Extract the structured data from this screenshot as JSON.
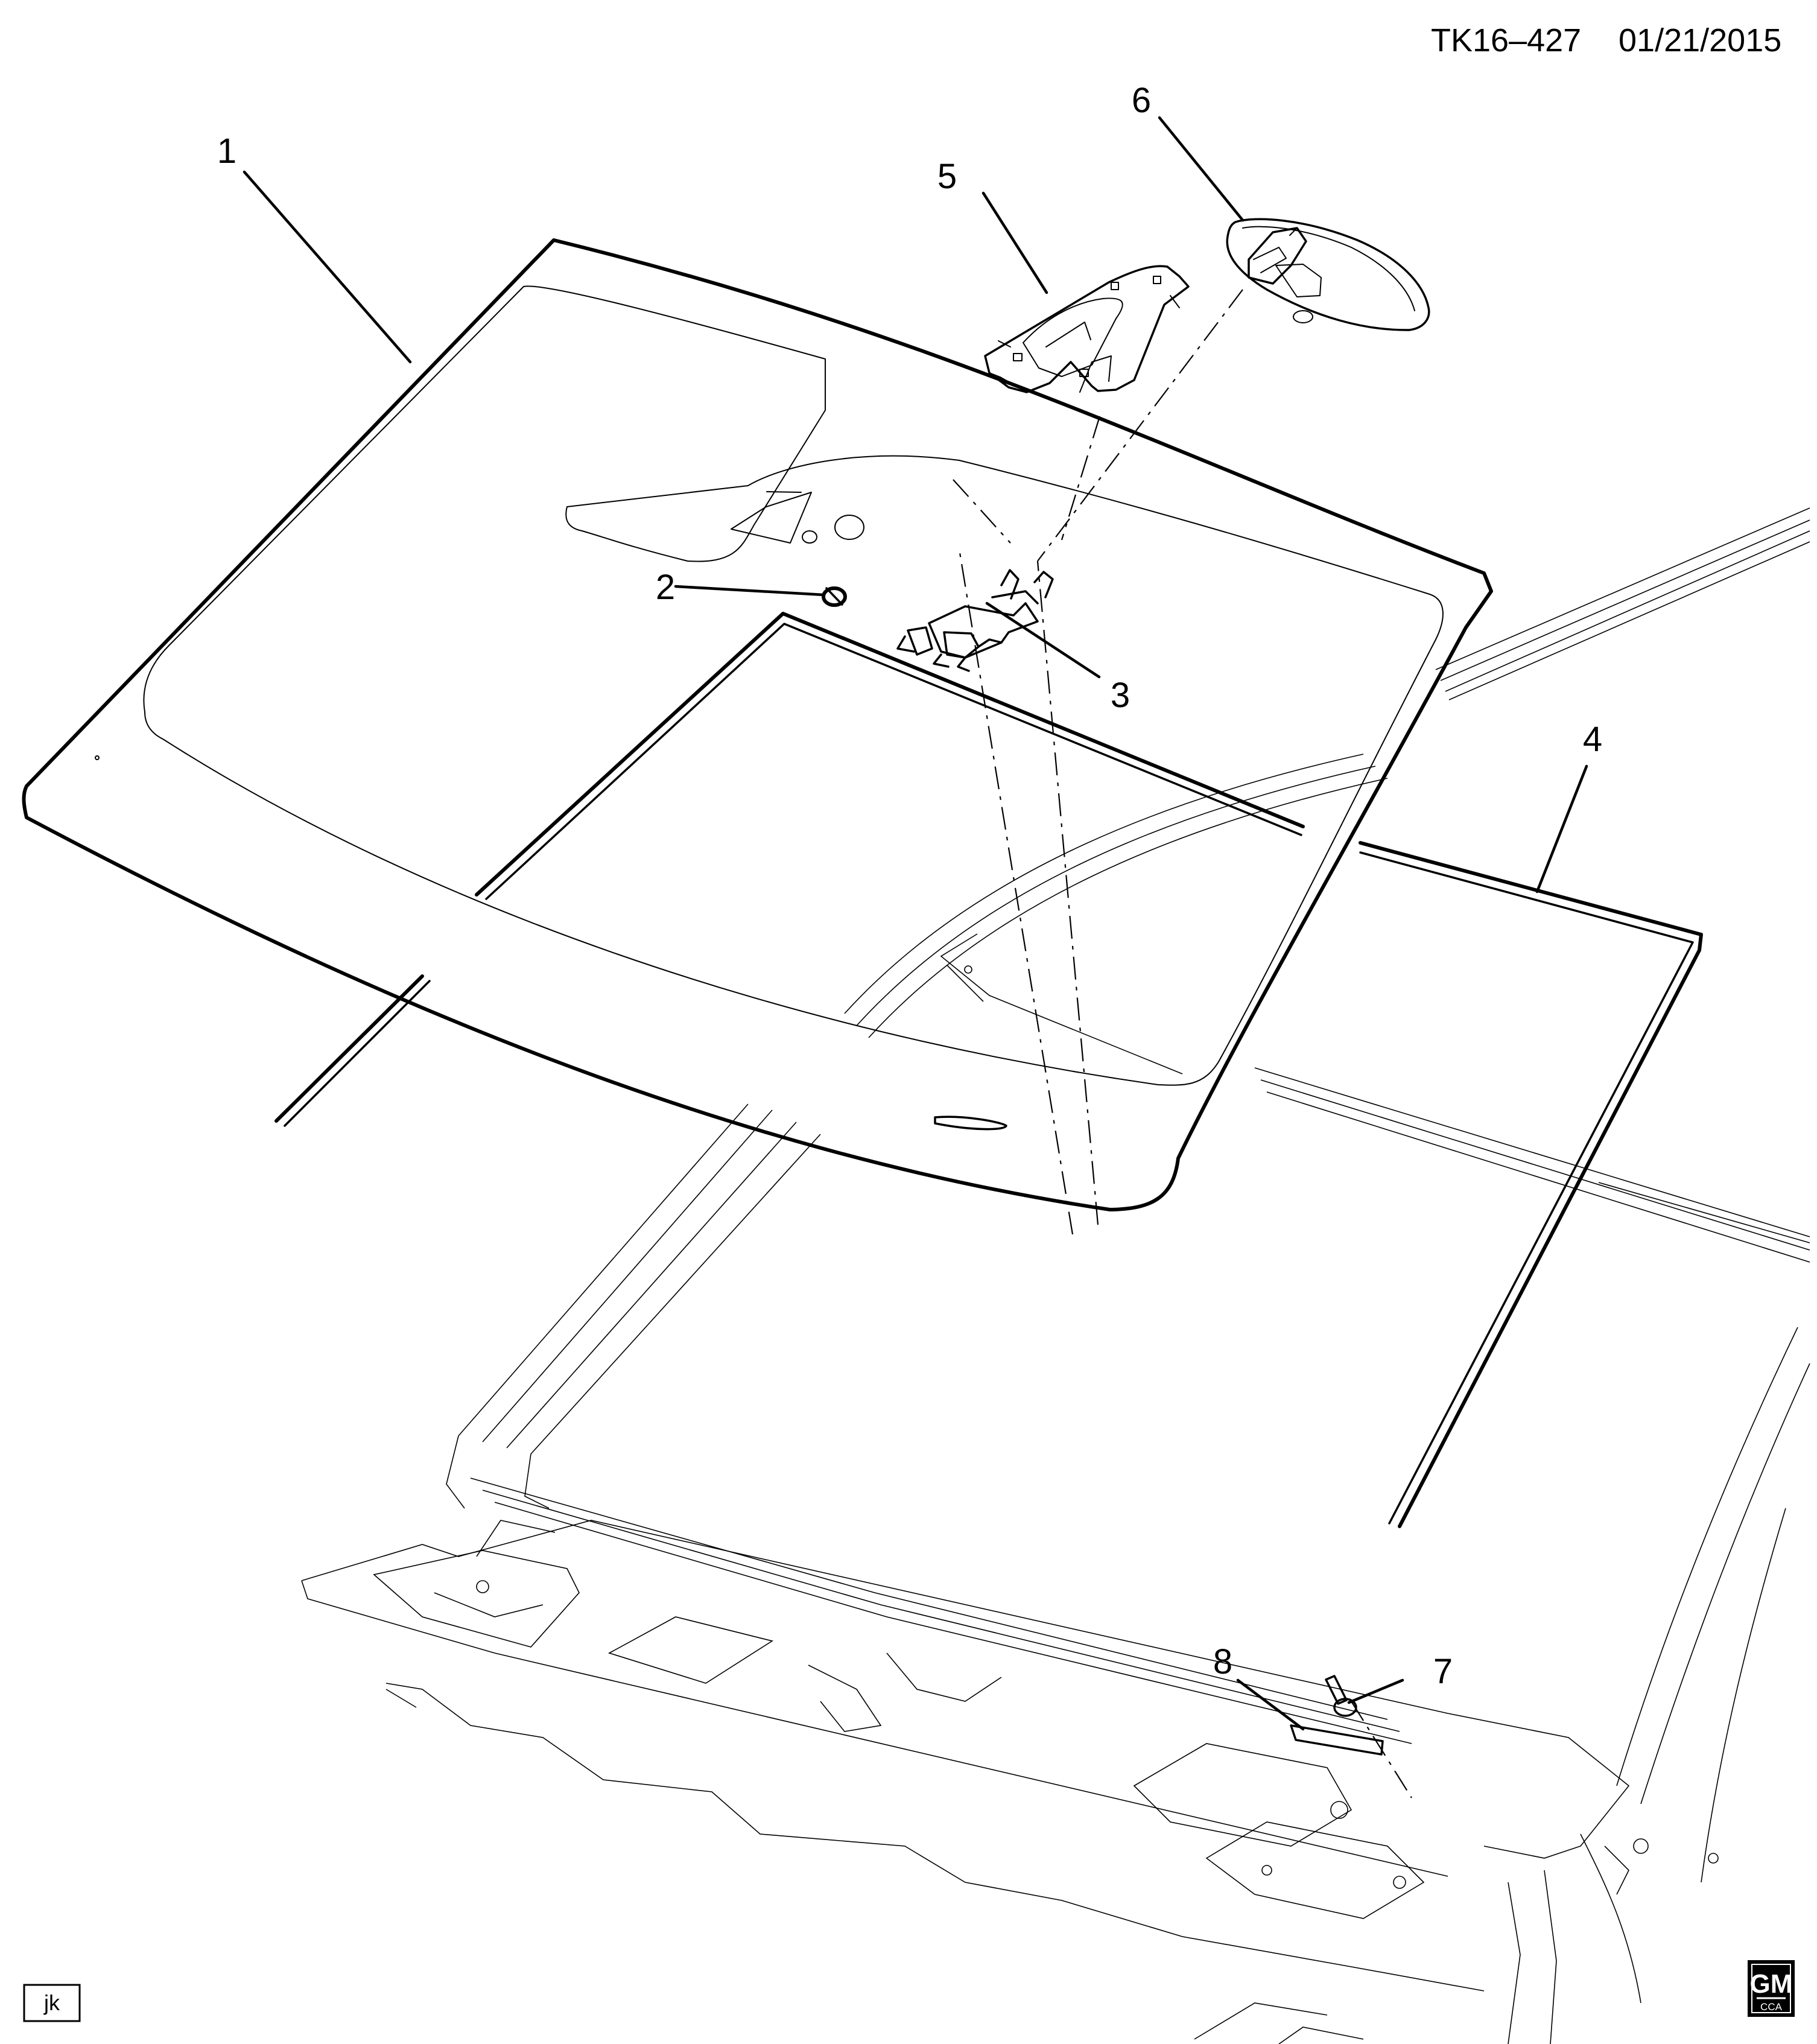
{
  "header": {
    "drawing_id": "TK16–427",
    "date": "01/21/2015"
  },
  "callouts": [
    {
      "number": "1"
    },
    {
      "number": "2"
    },
    {
      "number": "3"
    },
    {
      "number": "4"
    },
    {
      "number": "5"
    },
    {
      "number": "6"
    },
    {
      "number": "7"
    },
    {
      "number": "8"
    }
  ],
  "footer": {
    "author_initials": "jk",
    "logo_text": "GM",
    "logo_subtext": "CCA"
  }
}
